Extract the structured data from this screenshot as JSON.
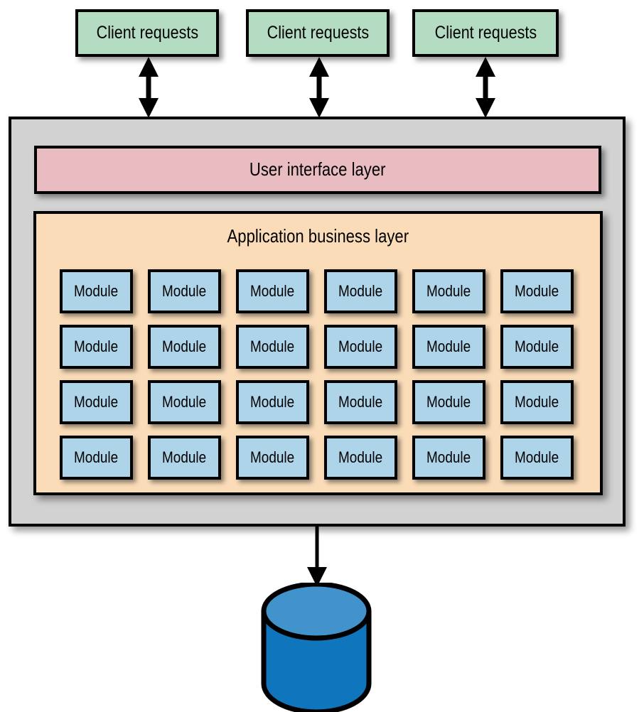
{
  "diagram": {
    "title": "Layered architecture with client requests, application layers and database",
    "type": "architecture-diagram"
  },
  "clients": {
    "boxes": [
      {
        "label": "Client requests"
      },
      {
        "label": "Client requests"
      },
      {
        "label": "Client requests"
      }
    ],
    "arrow_name": "bidirectional-arrow"
  },
  "application": {
    "ui_layer": {
      "label": "User interface layer"
    },
    "business_layer": {
      "label": "Application business layer",
      "rows": 4,
      "columns": 6,
      "modules": [
        [
          {
            "label": "Module"
          },
          {
            "label": "Module"
          },
          {
            "label": "Module"
          },
          {
            "label": "Module"
          },
          {
            "label": "Module"
          },
          {
            "label": "Module"
          }
        ],
        [
          {
            "label": "Module"
          },
          {
            "label": "Module"
          },
          {
            "label": "Module"
          },
          {
            "label": "Module"
          },
          {
            "label": "Module"
          },
          {
            "label": "Module"
          }
        ],
        [
          {
            "label": "Module"
          },
          {
            "label": "Module"
          },
          {
            "label": "Module"
          },
          {
            "label": "Module"
          },
          {
            "label": "Module"
          },
          {
            "label": "Module"
          }
        ],
        [
          {
            "label": "Module"
          },
          {
            "label": "Module"
          },
          {
            "label": "Module"
          },
          {
            "label": "Module"
          },
          {
            "label": "Module"
          },
          {
            "label": "Module"
          }
        ]
      ]
    }
  },
  "database": {
    "name": "database-cylinder",
    "label": ""
  },
  "colors": {
    "client_box": "#b3dcc3",
    "container": "#d2d2d2",
    "ui_layer": "#e9bcc1",
    "business_layer": "#fadcb8",
    "module": "#aed4ea",
    "database_body": "#0f75bc",
    "database_top": "#4292cb",
    "stroke": "#000000",
    "page_background": "#ffffff"
  }
}
